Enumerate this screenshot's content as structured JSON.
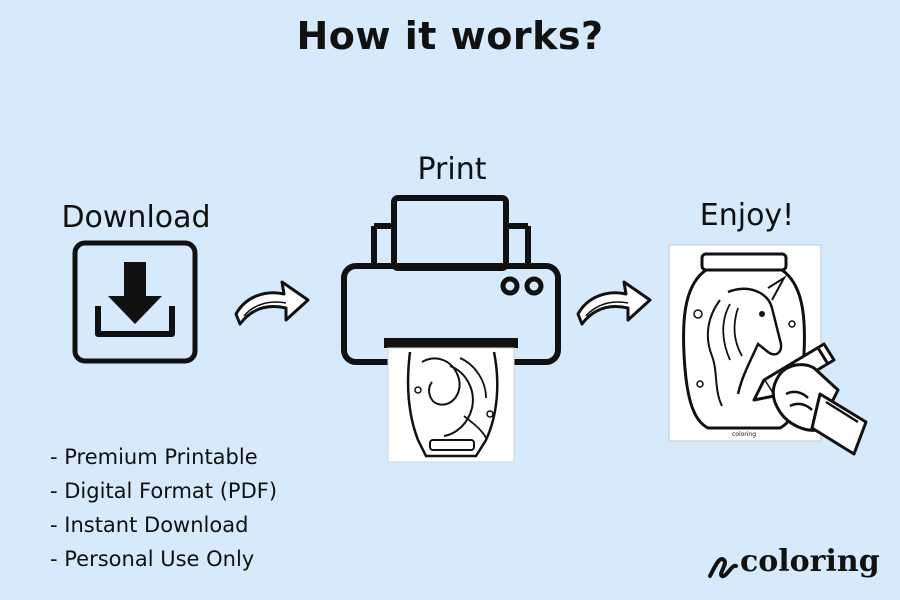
{
  "title": "How it works?",
  "steps": [
    {
      "label": "Download",
      "icon": "download-icon"
    },
    {
      "label": "Print",
      "icon": "printer-icon"
    },
    {
      "label": "Enjoy!",
      "icon": "coloring-page-icon"
    }
  ],
  "features": [
    "- Premium Printable",
    "- Digital Format (PDF)",
    "- Instant Download",
    "- Personal Use Only"
  ],
  "brand": {
    "name": "coloring"
  },
  "colors": {
    "background": "#d6eafb",
    "ink": "#111111",
    "paper": "#ffffff"
  }
}
